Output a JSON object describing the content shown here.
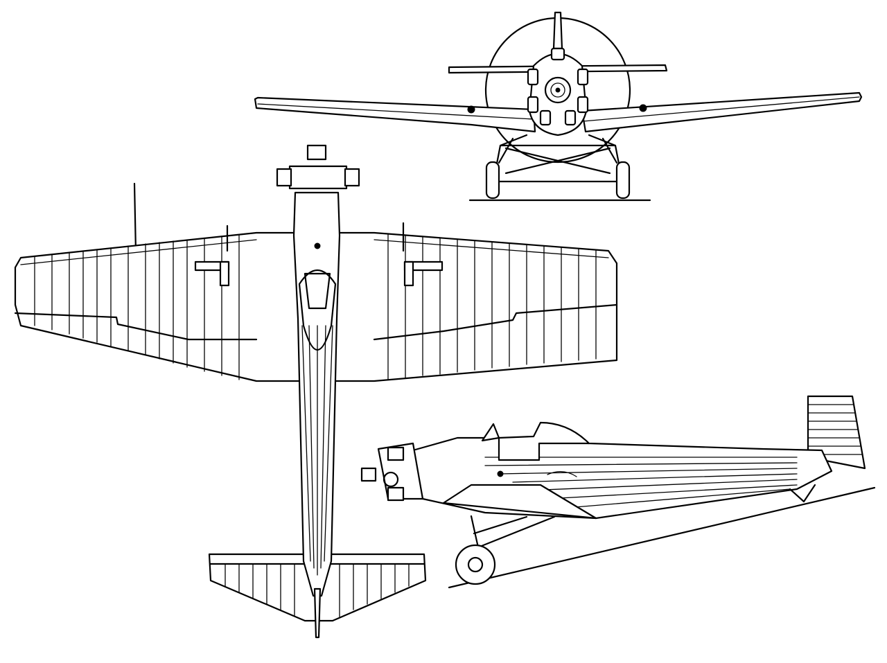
{
  "drawing": {
    "views": [
      {
        "id": "front-view"
      },
      {
        "id": "top-view"
      },
      {
        "id": "side-view"
      }
    ]
  }
}
